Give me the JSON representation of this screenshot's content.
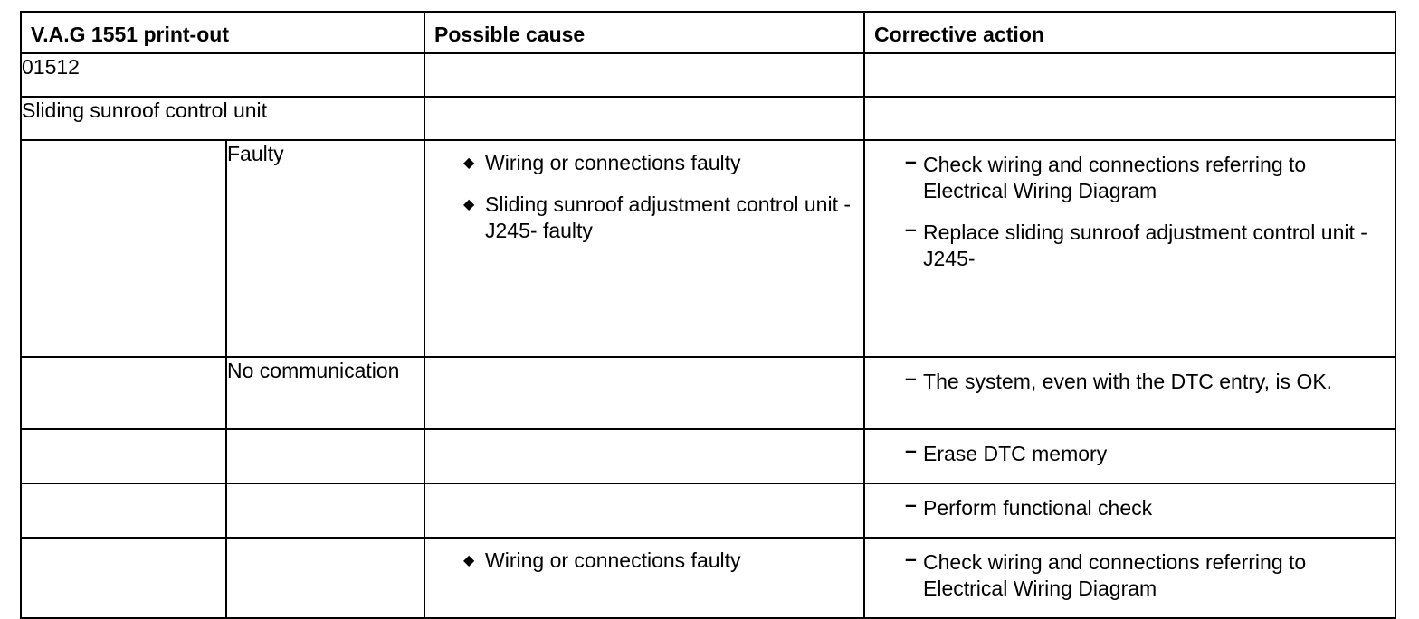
{
  "header": {
    "col_printout": "V.A.G 1551 print-out",
    "col_cause": "Possible cause",
    "col_action": "Corrective action"
  },
  "code_row": {
    "text": "01512"
  },
  "component_row": {
    "text": "Sliding sunroof control unit"
  },
  "faulty_row": {
    "status": "Faulty",
    "causes": [
      "Wiring or connections faulty",
      "Sliding sunroof adjustment control unit -J245- faulty"
    ],
    "actions": [
      "Check wiring and connections referring to Electrical Wiring Diagram",
      "Replace sliding sunroof adjustment control unit -J245-"
    ]
  },
  "nocomm_row": {
    "status": "No communication",
    "actions": [
      "The system, even with the DTC entry, is OK."
    ]
  },
  "erase_row": {
    "actions": [
      "Erase DTC memory"
    ]
  },
  "check_row": {
    "actions": [
      "Perform functional check"
    ]
  },
  "last_row": {
    "causes": [
      "Wiring or connections faulty"
    ],
    "actions": [
      "Check wiring and connections referring to Electrical Wiring Diagram"
    ]
  },
  "marks": {
    "bullet": "◆",
    "dash": "–"
  }
}
